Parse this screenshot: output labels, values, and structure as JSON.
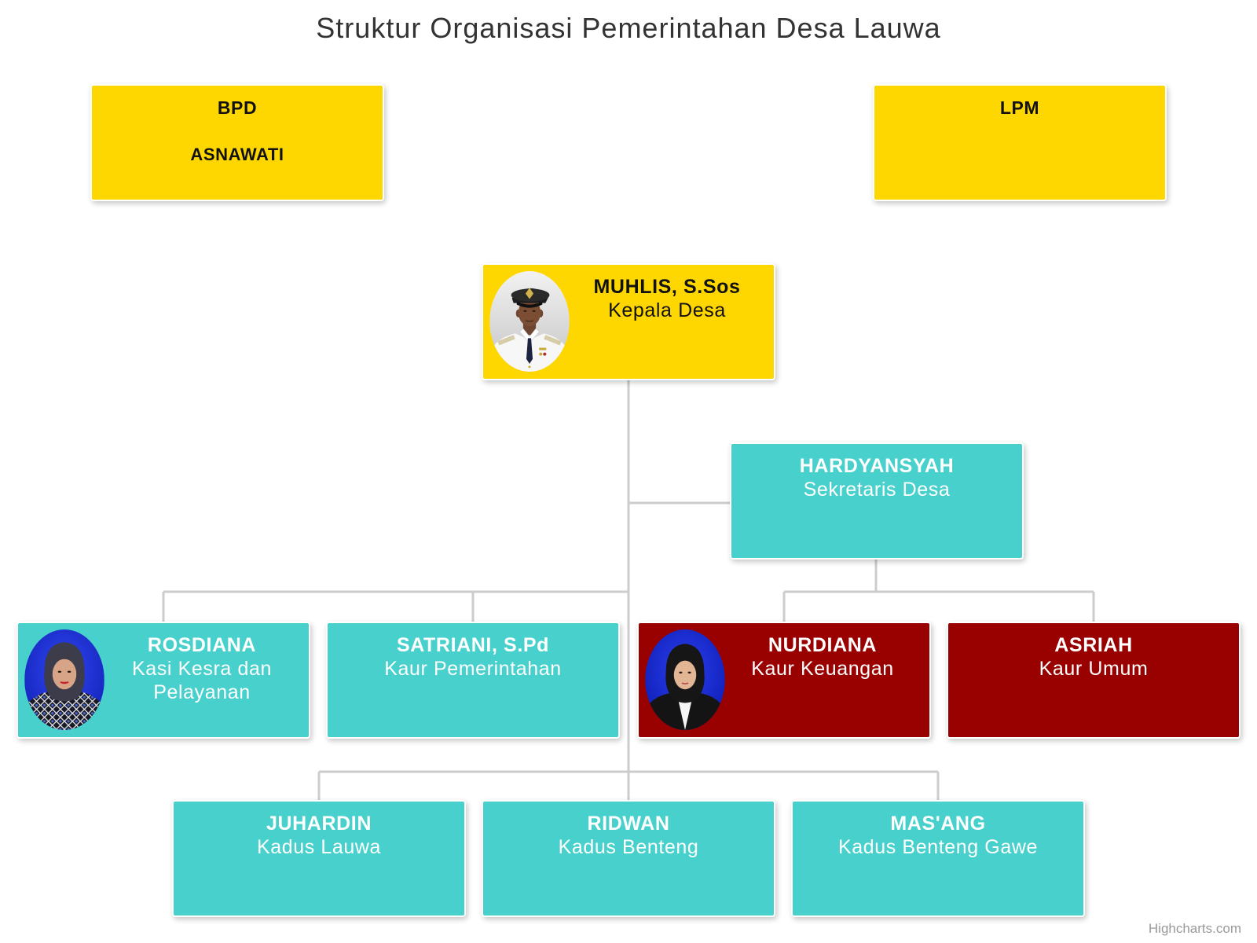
{
  "title": "Struktur Organisasi Pemerintahan Desa Lauwa",
  "credits": "Highcharts.com",
  "colors": {
    "connector": "#CCCCCC",
    "node_border": "#FFFFFF"
  },
  "nodes": {
    "bpd": {
      "title": "BPD",
      "name": "ASNAWATI",
      "color": "#FFD700"
    },
    "lpm": {
      "title": "LPM",
      "color": "#FFD700"
    },
    "kepala_desa": {
      "name": "MUHLIS, S.Sos",
      "title": "Kepala Desa",
      "color": "#FFD700",
      "photo": "portrait-photo"
    },
    "sekretaris_desa": {
      "name": "HARDYANSYAH",
      "title": "Sekretaris Desa",
      "color": "#48D1CC"
    },
    "kasi_kesra": {
      "name": "ROSDIANA",
      "title": "Kasi Kesra dan Pelayanan",
      "color": "#48D1CC",
      "photo": "portrait-photo"
    },
    "kaur_pemerintahan": {
      "name": "SATRIANI, S.Pd",
      "title": "Kaur Pemerintahan",
      "color": "#48D1CC"
    },
    "kaur_keuangan": {
      "name": "NURDIANA",
      "title": "Kaur Keuangan",
      "color": "#990000",
      "photo": "portrait-photo"
    },
    "kaur_umum": {
      "name": "ASRIAH",
      "title": "Kaur Umum",
      "color": "#990000"
    },
    "kadus_lauwa": {
      "name": "JUHARDIN",
      "title": "Kadus Lauwa",
      "color": "#48D1CC"
    },
    "kadus_benteng": {
      "name": "RIDWAN",
      "title": "Kadus Benteng",
      "color": "#48D1CC"
    },
    "kadus_benteng_gawe": {
      "name": "MAS'ANG",
      "title": "Kadus Benteng Gawe",
      "color": "#48D1CC"
    }
  }
}
